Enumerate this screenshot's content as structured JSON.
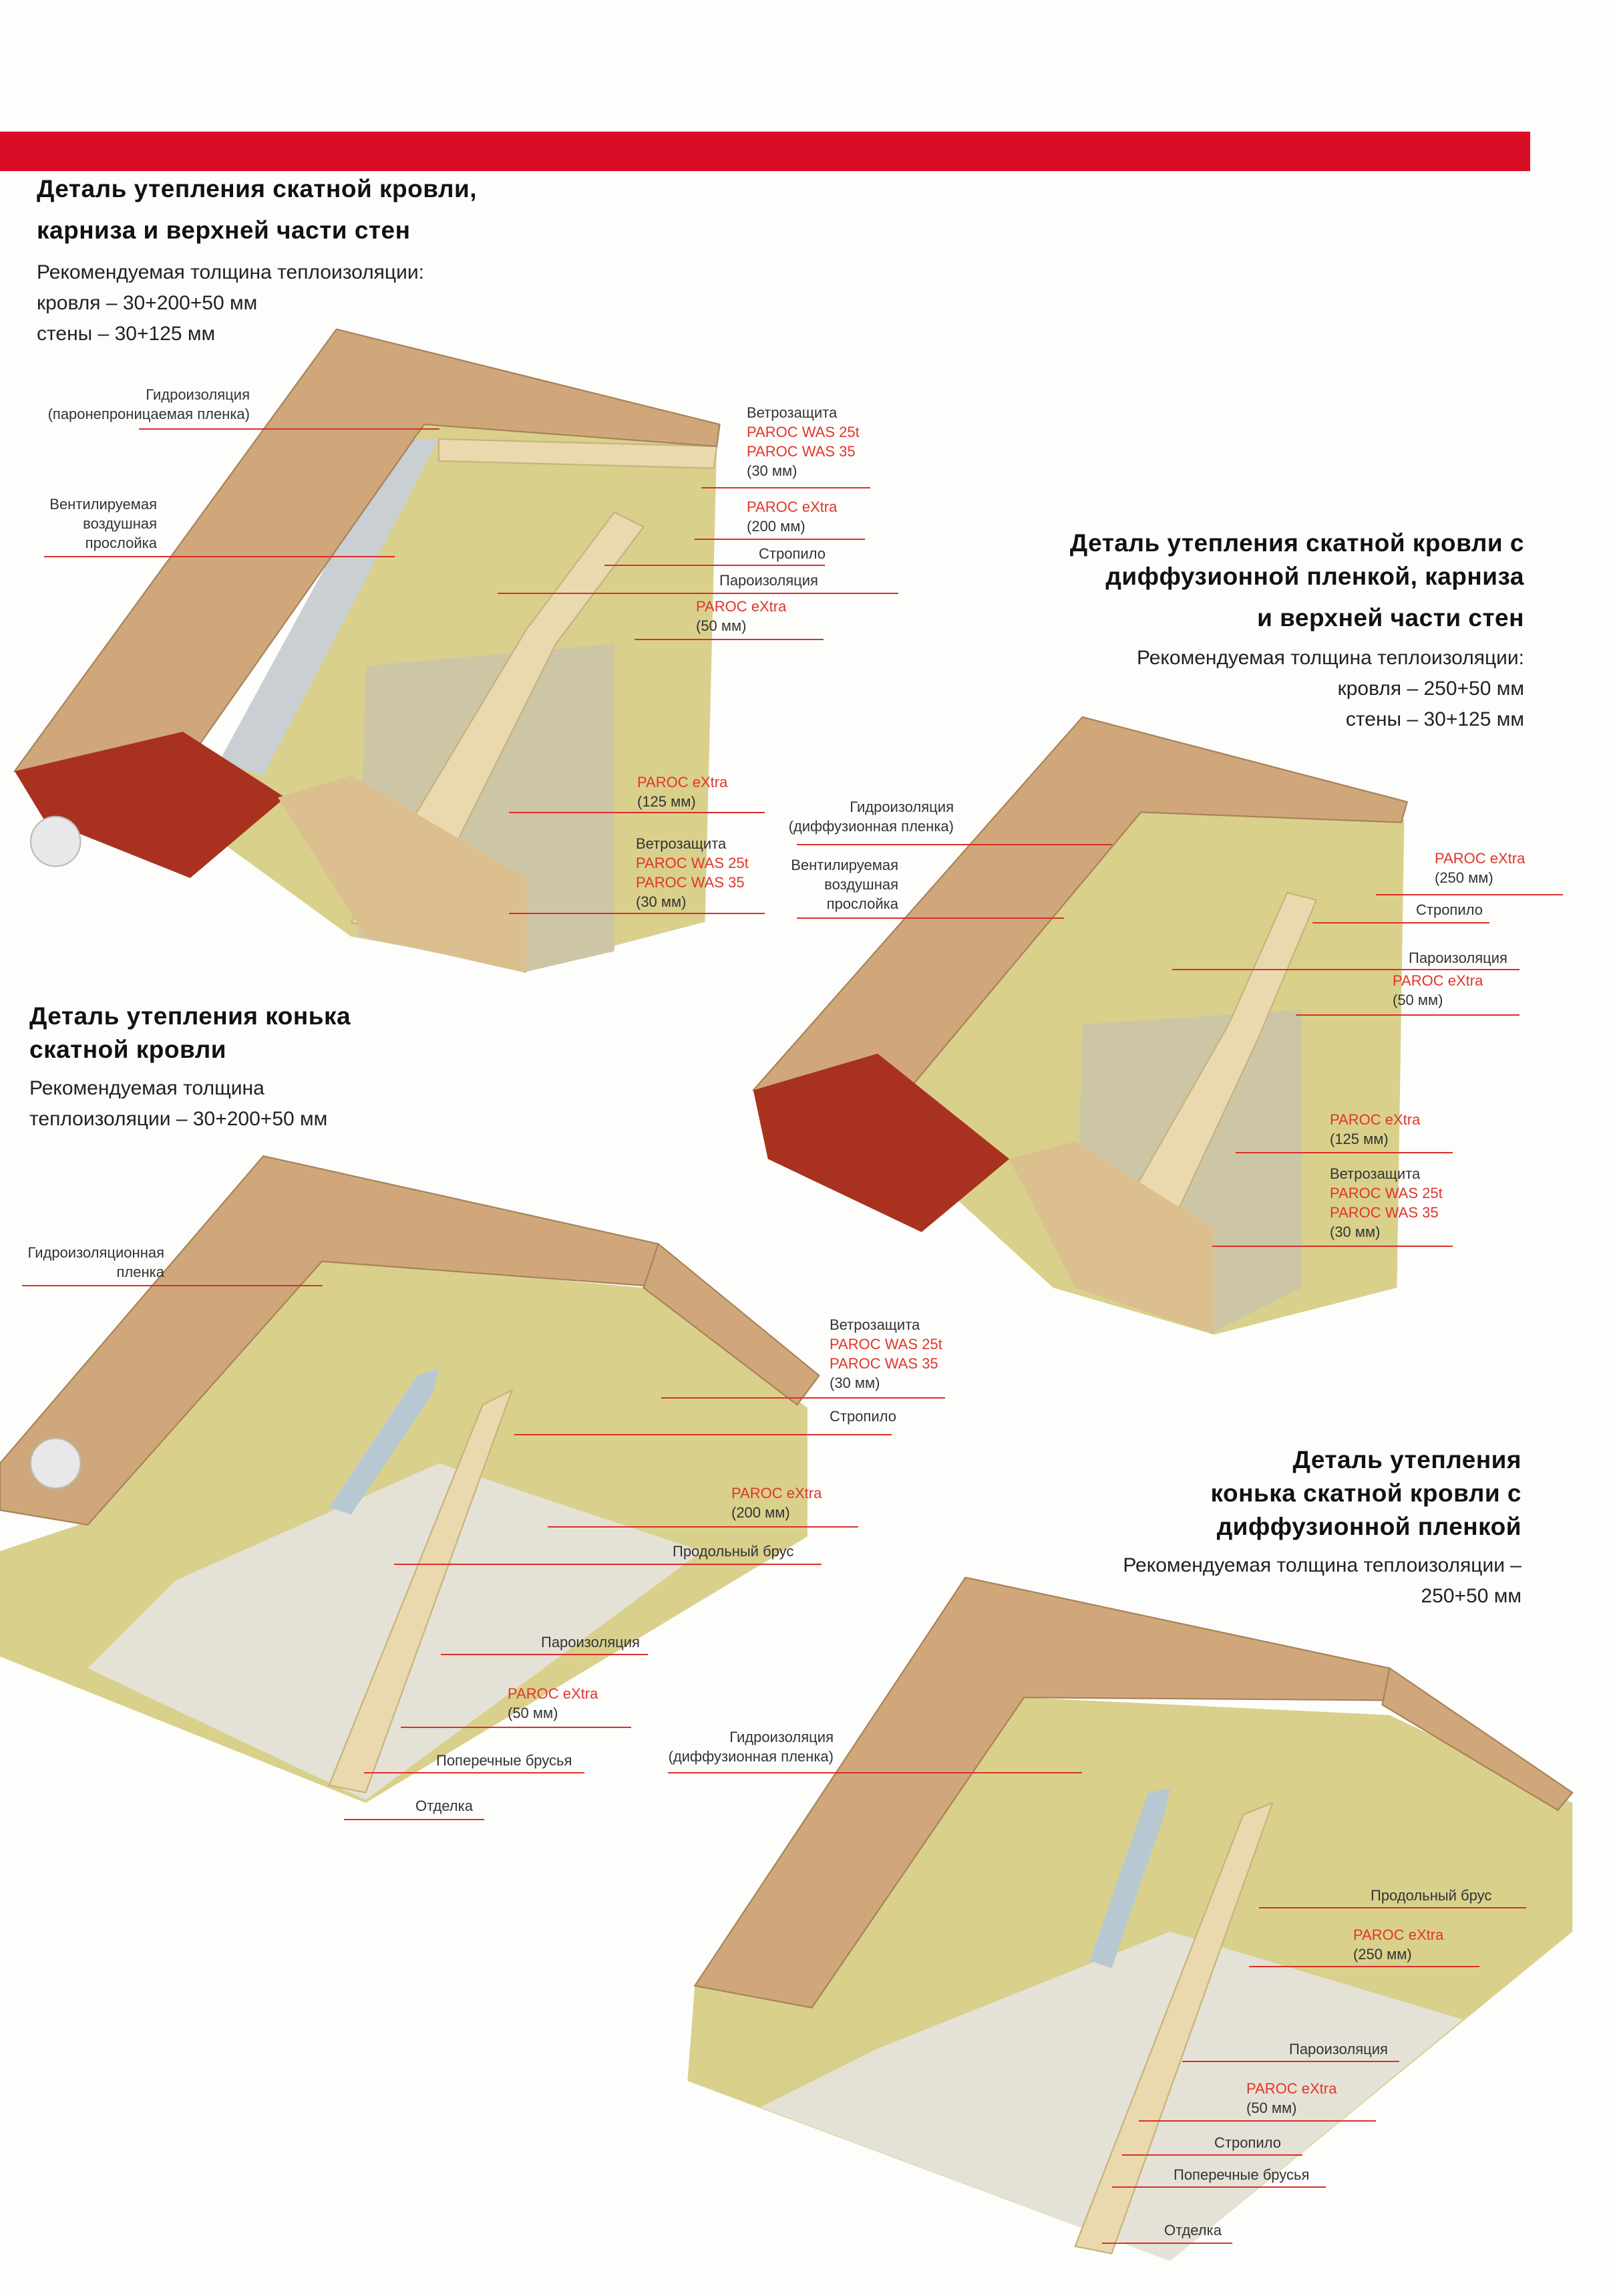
{
  "sections": [
    {
      "title": [
        "Деталь утепления скатной кровли,",
        "карниза и верхней части стен"
      ],
      "recommend": [
        "Рекомендуемая толщина теплоизоляции:",
        "кровля – 30+200+50 мм",
        "стены – 30+125 мм"
      ],
      "labels": {
        "hydro": [
          "Гидроизоляция",
          "(паронепроницаемая пленка)"
        ],
        "vent": [
          "Вентилируемая",
          "воздушная",
          "прослойка"
        ],
        "wind_top": {
          "title": "Ветрозащита",
          "p1": "PAROC WAS 25t",
          "p2": "PAROC WAS 35",
          "size": "(30 мм)"
        },
        "extra200": {
          "name": "PAROC eXtra",
          "size": "(200 мм)"
        },
        "rafter": "Стропило",
        "vapor": "Пароизоляция",
        "extra50": {
          "name": "PAROC eXtra",
          "size": "(50 мм)"
        },
        "extra125": {
          "name": "PAROC eXtra",
          "size": "(125 мм)"
        },
        "wind_wall": {
          "title": "Ветрозащита",
          "p1": "PAROC WAS 25t",
          "p2": "PAROC WAS 35",
          "size": "(30 мм)"
        }
      }
    },
    {
      "title": [
        "Деталь утепления скатной кровли с",
        "диффузионной пленкой, карниза",
        "и верхней части стен"
      ],
      "recommend": [
        "Рекомендуемая толщина теплоизоляции:",
        "кровля – 250+50 мм",
        "стены – 30+125 мм"
      ],
      "labels": {
        "hydro": [
          "Гидроизоляция",
          "(диффузионная пленка)"
        ],
        "vent": [
          "Вентилируемая",
          "воздушная",
          "прослойка"
        ],
        "extra250": {
          "name": "PAROC eXtra",
          "size": "(250 мм)"
        },
        "rafter": "Стропило",
        "vapor": "Пароизоляция",
        "extra50": {
          "name": "PAROC eXtra",
          "size": "(50 мм)"
        },
        "extra125": {
          "name": "PAROC eXtra",
          "size": "(125 мм)"
        },
        "wind_wall": {
          "title": "Ветрозащита",
          "p1": "PAROC WAS 25t",
          "p2": "PAROC WAS 35",
          "size": "(30 мм)"
        }
      }
    },
    {
      "title": [
        "Деталь утепления конька",
        "скатной кровли"
      ],
      "recommend": [
        "Рекомендуемая толщина",
        "теплоизоляции – 30+200+50 мм"
      ],
      "labels": {
        "hydro": [
          "Гидроизоляционная",
          "пленка"
        ],
        "wind": {
          "title": "Ветрозащита",
          "p1": "PAROC WAS 25t",
          "p2": "PAROC WAS 35",
          "size": "(30 мм)"
        },
        "rafter": "Стропило",
        "extra200": {
          "name": "PAROC eXtra",
          "size": "(200 мм)"
        },
        "long_beam": "Продольный брус",
        "vapor": "Пароизоляция",
        "extra50": {
          "name": "PAROC eXtra",
          "size": "(50 мм)"
        },
        "cross_beams": "Поперечные брусья",
        "finish": "Отделка"
      }
    },
    {
      "title": [
        "Деталь утепления",
        "конька скатной кровли с",
        "диффузионной пленкой"
      ],
      "recommend": [
        "Рекомендуемая толщина теплоизоляции –",
        "250+50 мм"
      ],
      "labels": {
        "hydro": [
          "Гидроизоляция",
          "(диффузионная пленка)"
        ],
        "long_beam": "Продольный брус",
        "extra250": {
          "name": "PAROC eXtra",
          "size": "(250 мм)"
        },
        "vapor": "Пароизоляция",
        "extra50": {
          "name": "PAROC eXtra",
          "size": "(50 мм)"
        },
        "rafter": "Стропило",
        "cross_beams": "Поперечные брусья",
        "finish": "Отделка"
      }
    }
  ],
  "colors": {
    "brand_red": "#d90d25",
    "label_red": "#e0352c",
    "tile": "#cfa77a",
    "insulation": "#d9d08c",
    "wood": "#ead9ae"
  }
}
